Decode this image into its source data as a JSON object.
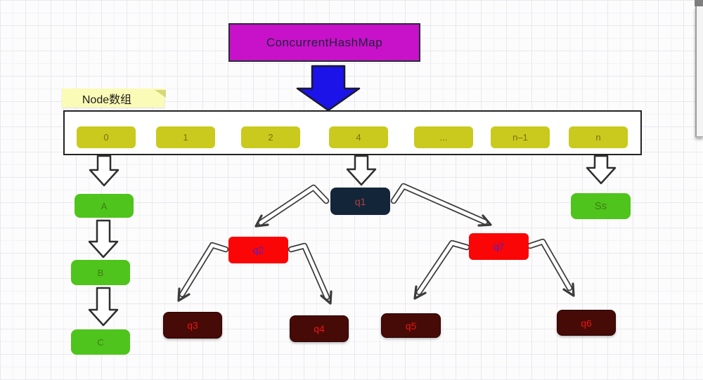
{
  "diagram": {
    "title": "ConcurrentHashMap",
    "note_label": "Node数组",
    "array_cells": [
      "0",
      "1",
      "2",
      "4",
      "...",
      "n–1",
      "n"
    ],
    "linked_list": [
      "A",
      "B",
      "C"
    ],
    "tail_node": "Ss",
    "tree": {
      "root": "q1",
      "branches": [
        "q2",
        "q7"
      ],
      "leaves": [
        "q3",
        "q4",
        "q5",
        "q6"
      ]
    },
    "colors": {
      "title_fill": "#c712c9",
      "array_cell_fill": "#c9ca1d",
      "list_node_fill": "#4fc41c",
      "tree_root_fill": "#132538",
      "tree_branch_fill": "#fb0606",
      "tree_leaf_fill": "#460b07",
      "flow_arrow_blue": "#1c13e8",
      "note_fill": "#fafbb6"
    }
  }
}
